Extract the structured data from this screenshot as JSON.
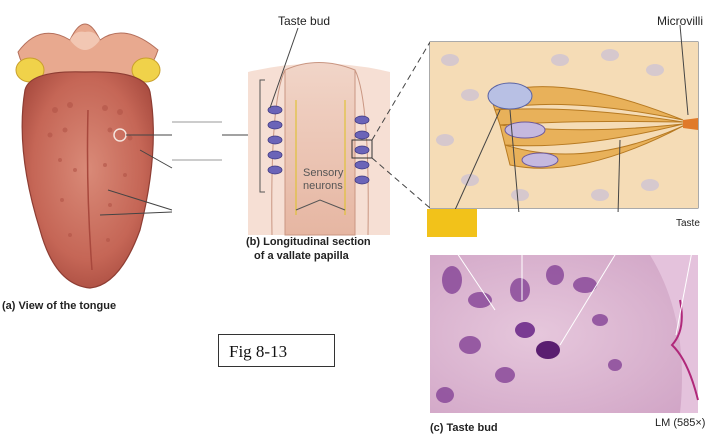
{
  "labels": {
    "taste_bud_top": "Taste bud",
    "microvilli": "Microvilli",
    "sensory": "Sensory",
    "neurons": "neurons",
    "panel_b_line1": "(b) Longitudinal section",
    "panel_b_line2": "of a vallate papilla",
    "panel_a": "(a) View of the tongue",
    "panel_c": "(c) Taste bud",
    "magnification": "LM (585×)",
    "taste_partial": "Taste"
  },
  "figure_label": "Fig 8-13",
  "colors": {
    "highlight_box": "#f2c21a",
    "tongue": "#c8685a",
    "epiglottis": "#e9a58a",
    "histology_bg": "#d9b3cf",
    "nucleus": "#6a2f7e"
  }
}
